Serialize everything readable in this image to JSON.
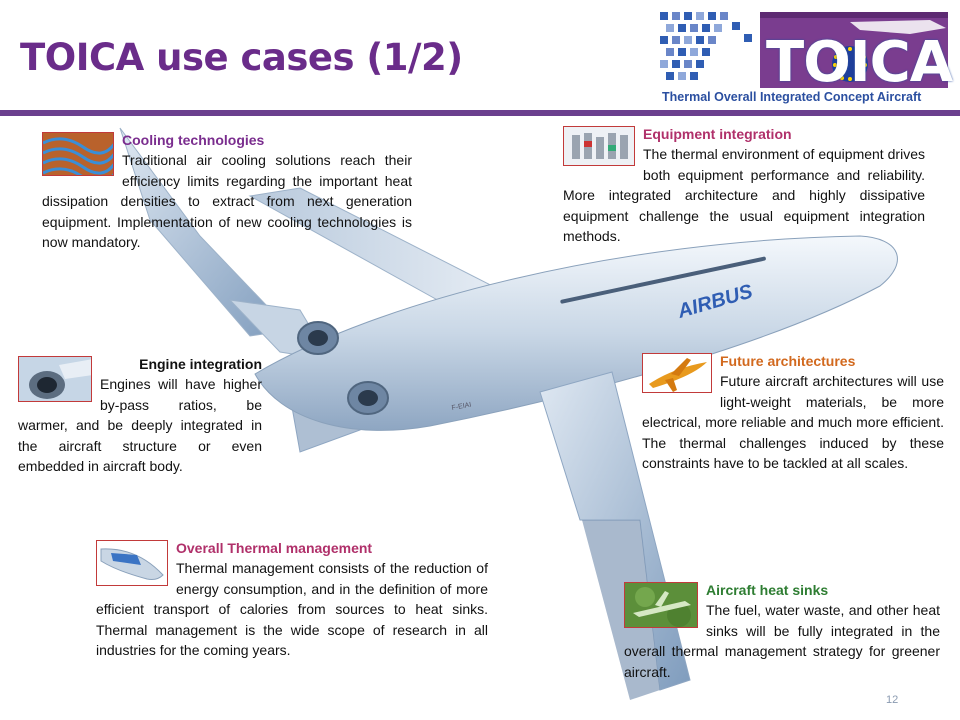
{
  "slide": {
    "title": "TOICA use cases (1/2)",
    "page_number": "12"
  },
  "logo": {
    "word": "TOICA",
    "subtitle": "Thermal Overall Integrated Concept Aircraft"
  },
  "aircraft": {
    "fuselage_text": "AIRBUS",
    "registration": "F-EIAI"
  },
  "sections": {
    "cooling": {
      "title": "Cooling technologies",
      "text": "Traditional air cooling solutions reach their efficiency limits regarding the important heat dissipation densities to extract from next generation equipment. Implementation of new cooling technologies is now mandatory."
    },
    "equipment": {
      "title": "Equipment integration",
      "text": "The thermal environment of equipment drives both equipment performance and reliability. More integrated architecture and highly dissipative equipment challenge the usual equipment integration methods."
    },
    "engine": {
      "title": "Engine integration",
      "text": "Engines will have higher by-pass ratios, be warmer, and be deeply integrated in the aircraft structure or even embedded in aircraft body."
    },
    "future": {
      "title": "Future architectures",
      "text": "Future aircraft architectures will use light-weight materials, be more electrical, more reliable and much more efficient. The thermal challenges induced by these constraints have to be tackled at all scales."
    },
    "thermal": {
      "title": "Overall Thermal management",
      "text": "Thermal management consists of the reduction of energy consumption, and in the definition of more efficient transport of calories from sources to heat sinks. Thermal management is the wide scope of research in all industries for the coming years."
    },
    "heatsinks": {
      "title": "Aircraft heat sinks",
      "text": "The fuel, water waste, and other heat sinks will be fully integrated in the overall thermal management strategy for greener aircraft."
    }
  },
  "colors": {
    "title": "#6a2c8a",
    "bar": "#6b3f8e",
    "cooling_title": "#7a2d8e",
    "equipment_title": "#b0306a",
    "future_title": "#d2691e",
    "thermal_title": "#b0306a",
    "heatsinks_title": "#2e7d32"
  }
}
